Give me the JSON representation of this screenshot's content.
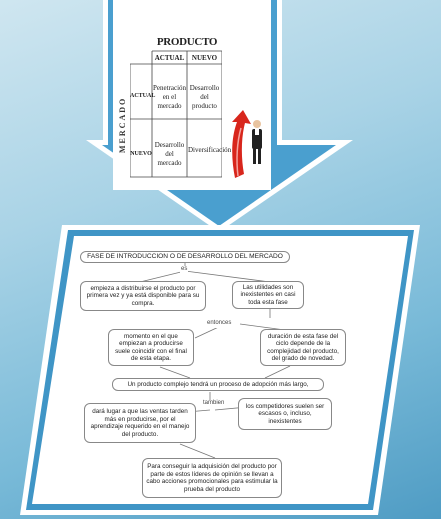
{
  "matrix": {
    "title": "PRODUCTO",
    "col_headers": [
      "ACTUAL",
      "NUEVO"
    ],
    "row_group_label": "MERCADO",
    "row_headers": [
      "ACTUAL",
      "NUEVO"
    ],
    "cells": [
      [
        "Penetración en el mercado",
        "Desarrollo del producto"
      ],
      [
        "Desarrollo del mercado",
        "Diversificación"
      ]
    ]
  },
  "concept_map": {
    "title": "FASE DE INTRODUCCION O DE DESARROLLO DEL MERCADO",
    "link_es": "es",
    "node_distribute": "empieza a distribuirse el producto por primera vez y ya está disponible para su compra.",
    "node_utilities": "Las utilidades son inexistentes en casi toda esta fase",
    "link_entonces": "entonces",
    "node_moment": "momento en el que empiezan a producirse suele coincidir con el final de esta etapa.",
    "node_duration": "duración de esta fase del ciclo depende de la complejidad del producto, del grado de novedad.",
    "node_complex": "Un producto complejo tendrá un proceso de adopción más largo,",
    "link_tambien": "tambien",
    "node_sales": "dará lugar a que las ventas tarden más en producirse, por el aprendizaje requerido en el manejo del producto.",
    "node_competitors": "los competidores suelen ser escasos o, incluso, inexistentes",
    "node_leaders": "Para conseguir la adquisición del producto por parte de estos líderes de opinión se llevan a cabo acciones promocionales para estimular la prueba del producto"
  },
  "colors": {
    "arrow_blue": "#4a9fcf",
    "arrow_light": "#eaf4f9",
    "growth_red": "#d8261c"
  }
}
